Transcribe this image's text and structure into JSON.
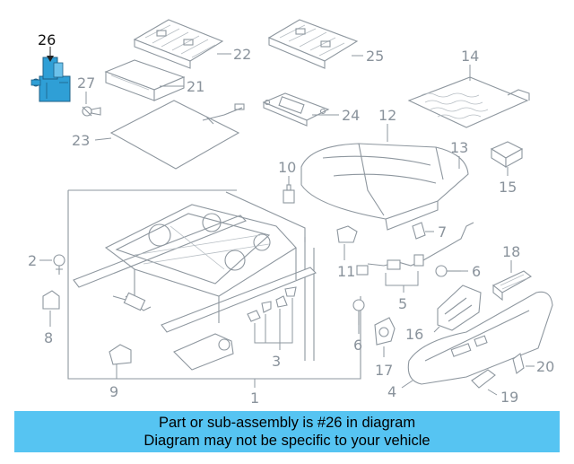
{
  "highlighted_part": "26",
  "callouts": {
    "c1": "1",
    "c2": "2",
    "c3": "3",
    "c4": "4",
    "c5": "5",
    "c6a": "6",
    "c6b": "6",
    "c7": "7",
    "c8": "8",
    "c9": "9",
    "c10": "10",
    "c11": "11",
    "c12": "12",
    "c13": "13",
    "c14": "14",
    "c15": "15",
    "c16": "16",
    "c17": "17",
    "c18": "18",
    "c19": "19",
    "c20": "20",
    "c21": "21",
    "c22": "22",
    "c23": "23",
    "c24": "24",
    "c25": "25",
    "c26": "26",
    "c27": "27"
  },
  "banner": {
    "line1": "Part or sub-assembly is #26 in diagram",
    "line2": "Diagram may not be specific to your vehicle"
  },
  "colors": {
    "highlight_part": "#2f9fd6",
    "banner_bg": "#56c4f2",
    "line_gray": "#8e979f"
  }
}
